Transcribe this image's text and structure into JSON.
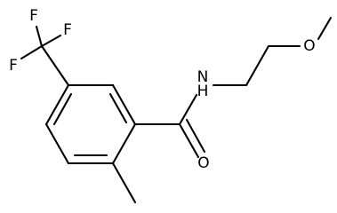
{
  "diagram": {
    "type": "chemical-structure",
    "atom_labels": {
      "f_top": "F",
      "f_right": "F",
      "f_left": "F",
      "nh": "N",
      "nh_h": "H",
      "o_ether": "O",
      "o_carbonyl": "O"
    },
    "colors": {
      "bond": "#000000",
      "label": "#000000",
      "background": "#ffffff"
    }
  }
}
